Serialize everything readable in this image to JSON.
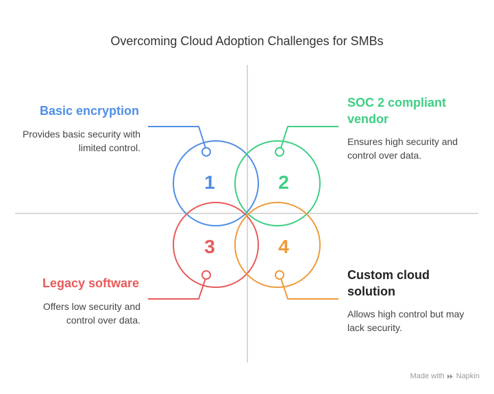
{
  "title": "Overcoming Cloud Adoption Challenges for SMBs",
  "colors": {
    "q1": "#4f8ee6",
    "q2": "#3ccf84",
    "q3": "#e85a5a",
    "q4": "#ee9a3a",
    "axis": "#cccccc"
  },
  "quadrants": [
    {
      "number": "1",
      "title": "Basic encryption",
      "description": "Provides basic security with limited control."
    },
    {
      "number": "2",
      "title": "SOC 2 compliant vendor",
      "description": "Ensures high security and control over data."
    },
    {
      "number": "3",
      "title": "Legacy software",
      "description": "Offers low security and control over data."
    },
    {
      "number": "4",
      "title": "Custom cloud solution",
      "description": "Allows high control but may lack security."
    }
  ],
  "footer": {
    "made_with": "Made with",
    "brand": "Napkin",
    "brand_icon": "napkin-icon"
  }
}
